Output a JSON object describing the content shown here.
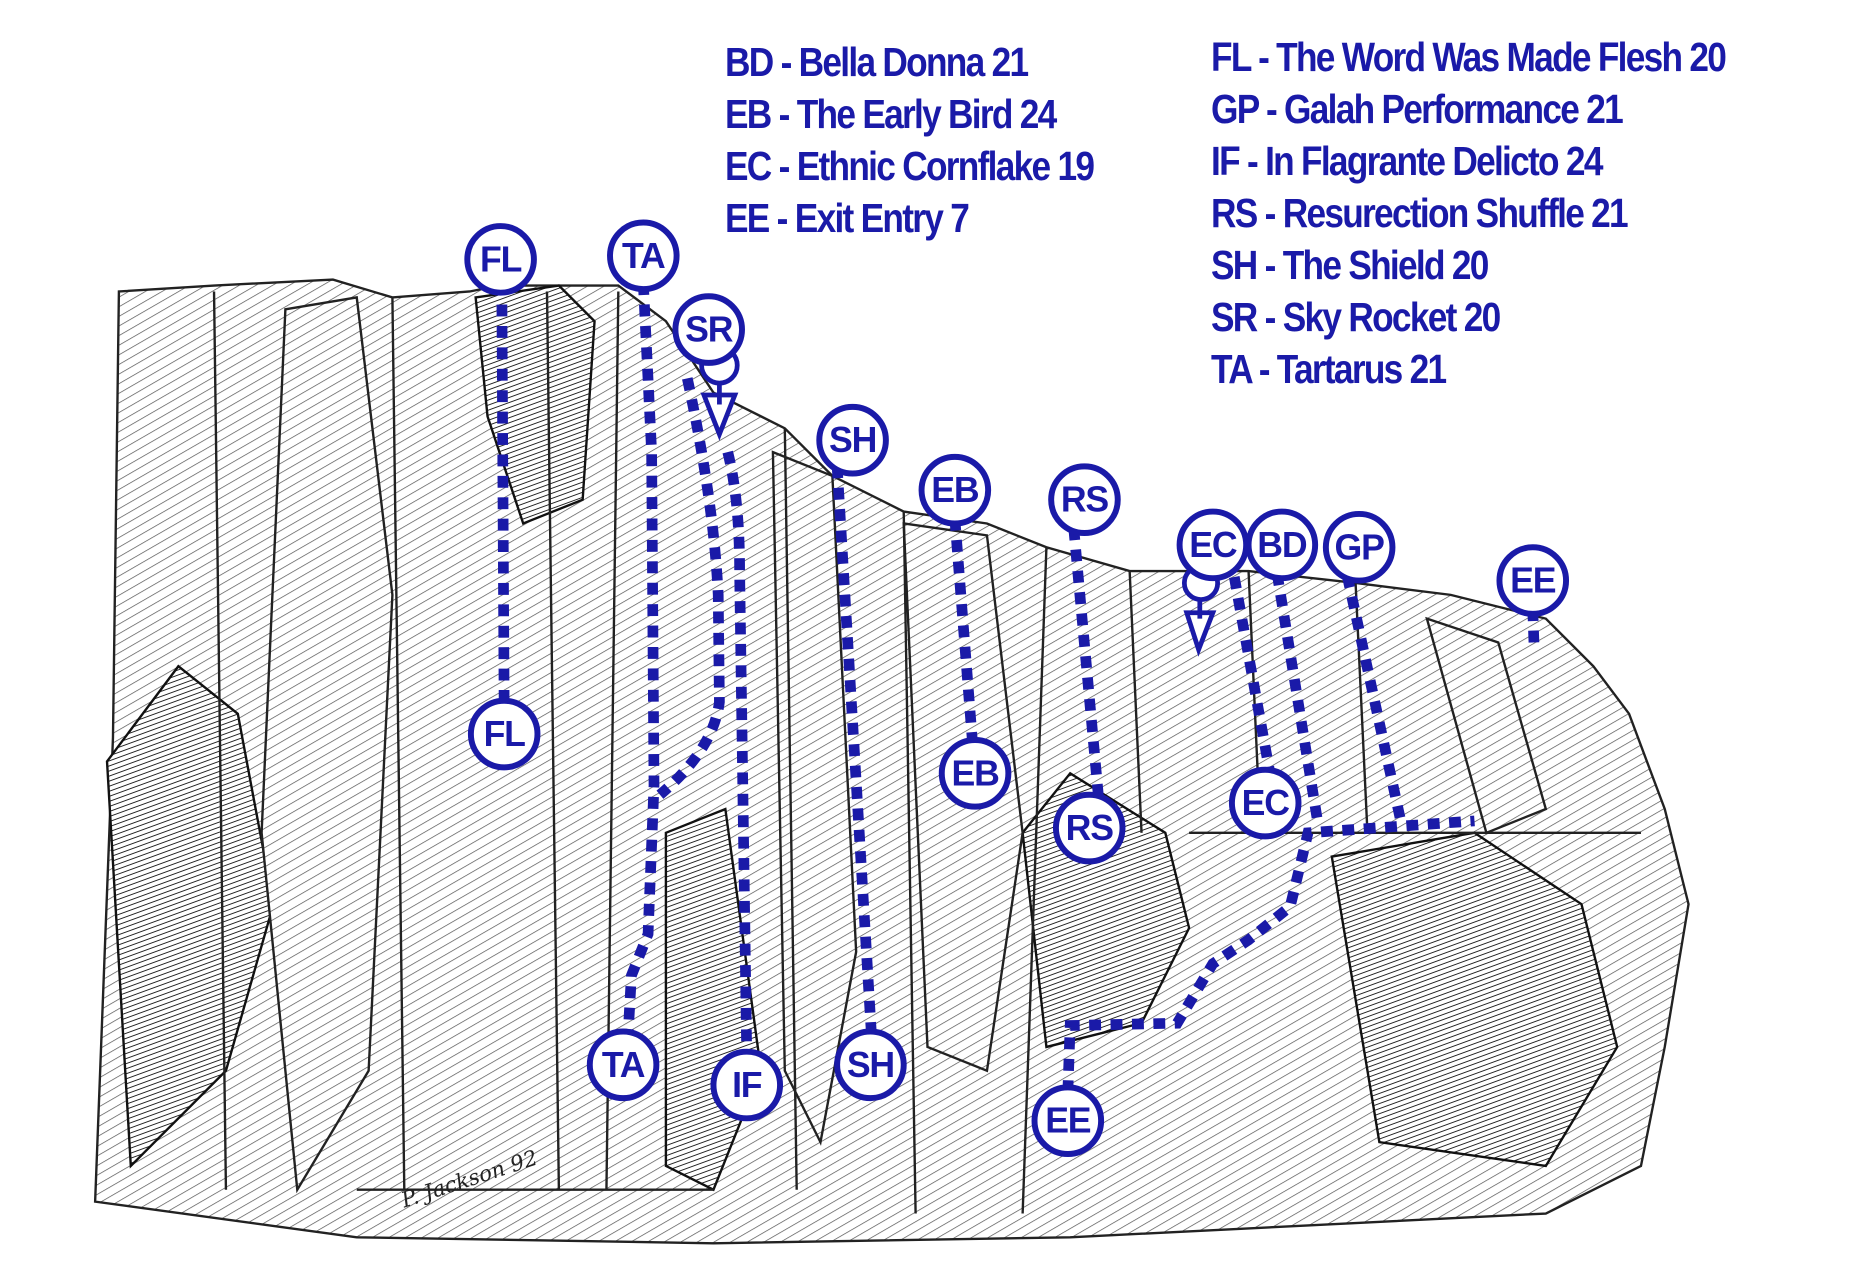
{
  "legend_left": [
    "BD - Bella Donna 21",
    "EB - The Early Bird 24",
    "EC - Ethnic Cornflake 19",
    "EE - Exit Entry 7"
  ],
  "legend_right": [
    "FL - The Word Was Made Flesh 20",
    "GP - Galah Performance 21",
    "IF - In Flagrante Delicto 24",
    "RS - Resurection Shuffle 21",
    "SH - The Shield 20",
    "SR - Sky Rocket 20",
    "TA - Tartarus 21"
  ],
  "markers": {
    "fl_top": "FL",
    "fl_bottom": "FL",
    "ta_top": "TA",
    "ta_bottom": "TA",
    "sr_top": "SR",
    "sh_top": "SH",
    "sh_bottom": "SH",
    "eb_top": "EB",
    "eb_bottom": "EB",
    "rs_top": "RS",
    "rs_bottom": "RS",
    "ec_top": "EC",
    "ec_bottom": "EC",
    "bd_top": "BD",
    "gp_top": "GP",
    "ee_top": "EE",
    "ee_bottom": "EE",
    "if_bottom": "IF"
  },
  "signature": "P. Jackson 92",
  "colors": {
    "route": "#1a1aa8",
    "ink": "#222222"
  }
}
